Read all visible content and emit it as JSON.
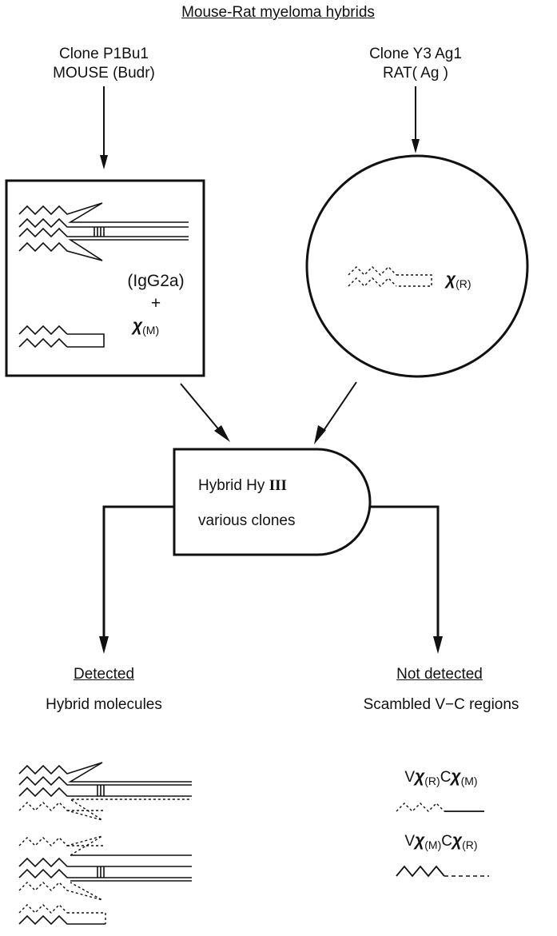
{
  "title": "Mouse-Rat myeloma hybrids",
  "mouse": {
    "line1": "Clone P1Bu1",
    "line2": "MOUSE (Budr)",
    "chain_heavy": "(IgG2a)",
    "plus": "+",
    "kappa_symbol": "χ",
    "kappa_sub": "(M)"
  },
  "rat": {
    "line1": "Clone Y3 Ag1",
    "line2": "RAT( Ag )",
    "kappa_symbol": "χ",
    "kappa_sub": "(R)"
  },
  "hybrid": {
    "line1": "Hybrid Hy",
    "numeral": "III",
    "line2": "various clones"
  },
  "detected": {
    "heading": "Detected",
    "subheading": "Hybrid molecules"
  },
  "not_detected": {
    "heading": "Not detected",
    "subheading": "Scambled V−C regions",
    "formula1": {
      "v": "V",
      "k1": "χ",
      "s1": "(R)",
      "c": "C",
      "k2": "χ",
      "s2": "(M)"
    },
    "formula2": {
      "v": "V",
      "k1": "χ",
      "s1": "(M)",
      "c": "C",
      "k2": "χ",
      "s2": "(R)"
    }
  }
}
